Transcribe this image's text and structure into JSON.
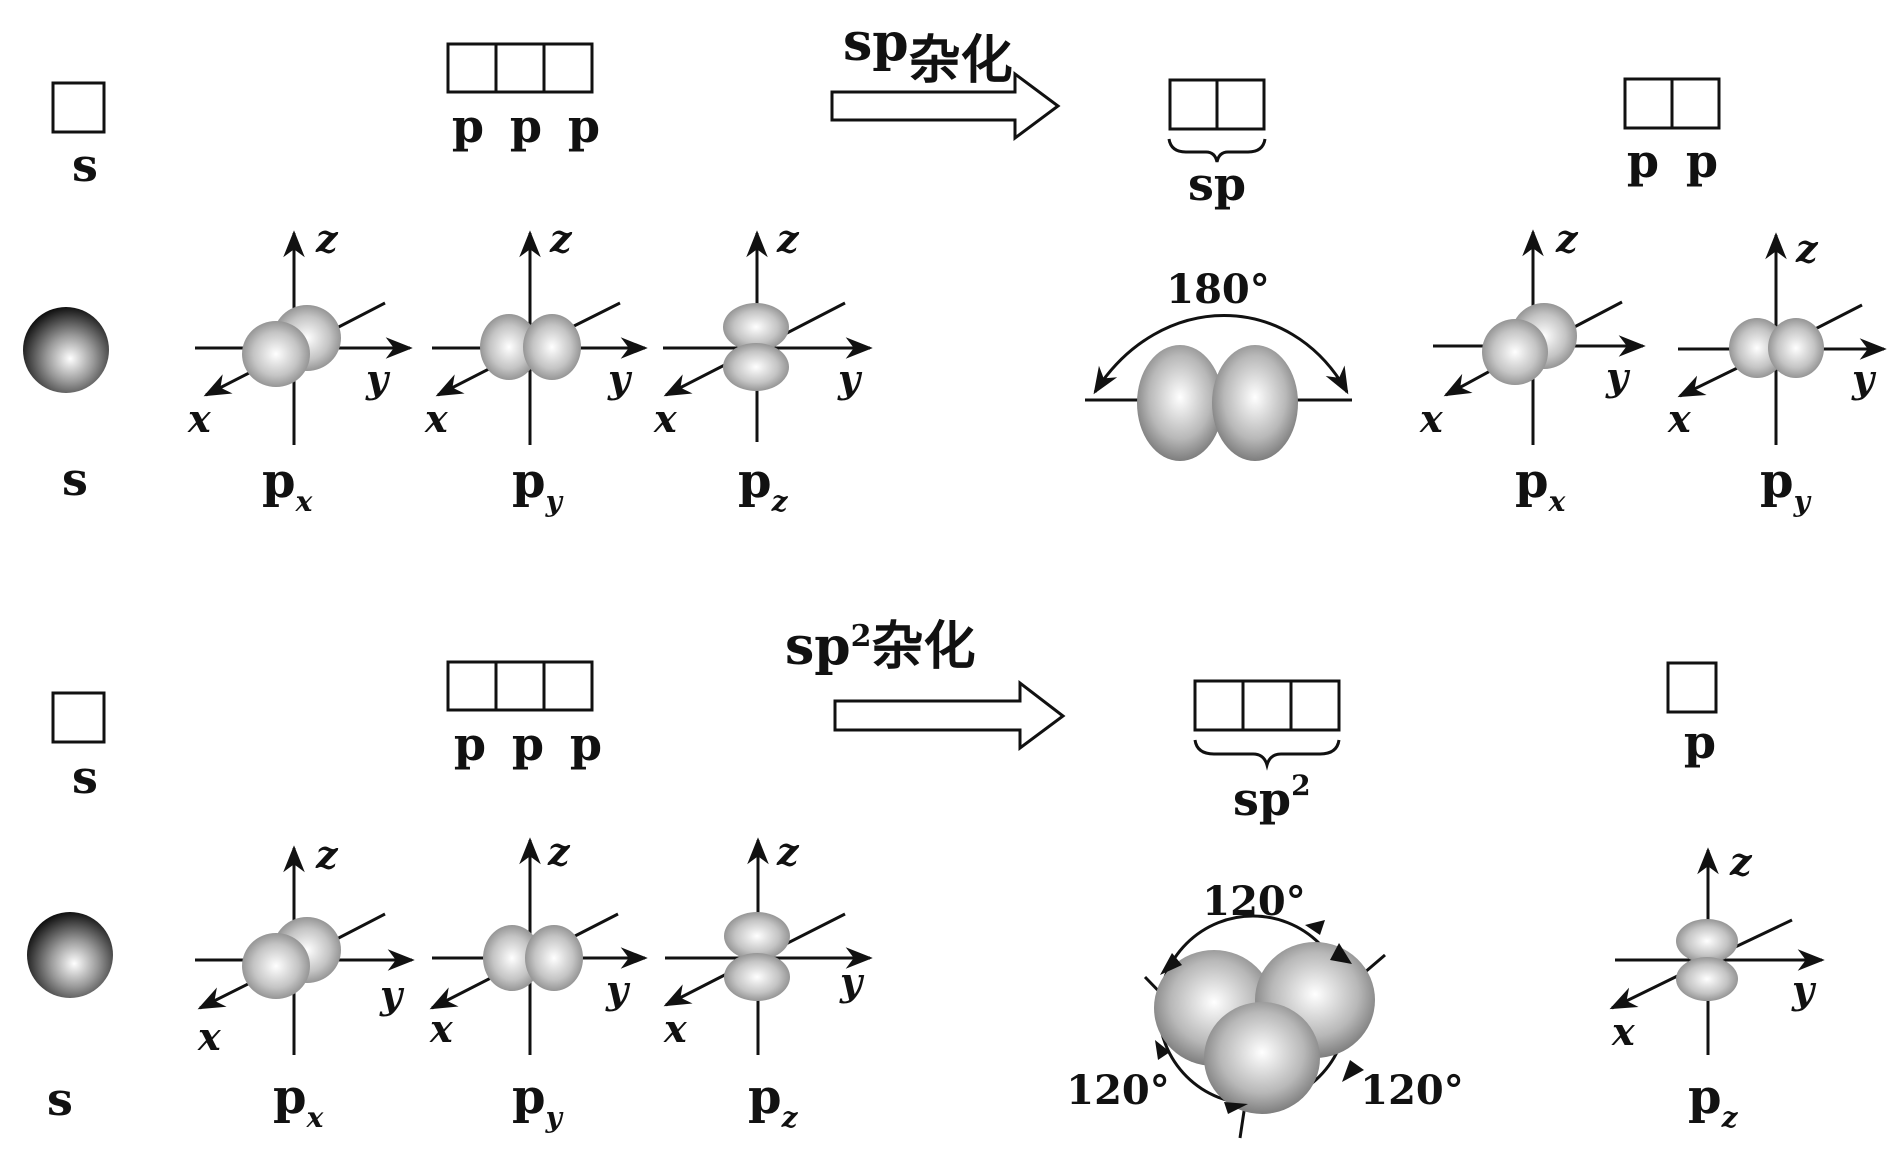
{
  "row1": {
    "s_label": "s",
    "p_labels": [
      "p",
      "p",
      "p"
    ],
    "arrow_label_base": "sp",
    "arrow_label_sup": "",
    "arrow_label_cn": "杂化",
    "hybrid_label_base": "sp",
    "hybrid_label_sup": "",
    "rest_labels": [
      "p",
      "p"
    ],
    "angle": "180°",
    "orbital_labels": {
      "s": "s",
      "px": {
        "base": "p",
        "sub": "x"
      },
      "py": {
        "base": "p",
        "sub": "y"
      },
      "pz": {
        "base": "p",
        "sub": "z"
      },
      "rpx": {
        "base": "p",
        "sub": "x"
      },
      "rpy": {
        "base": "p",
        "sub": "y"
      }
    }
  },
  "row2": {
    "s_label": "s",
    "p_labels": [
      "p",
      "p",
      "p"
    ],
    "arrow_label_base": "sp",
    "arrow_label_sup": "2",
    "arrow_label_cn": "杂化",
    "hybrid_label_base": "sp",
    "hybrid_label_sup": "2",
    "rest_labels": [
      "p"
    ],
    "angles": [
      "120°",
      "120°",
      "120°"
    ],
    "orbital_labels": {
      "s": "s",
      "px": {
        "base": "p",
        "sub": "x"
      },
      "py": {
        "base": "p",
        "sub": "y"
      },
      "pz": {
        "base": "p",
        "sub": "z"
      },
      "rpz": {
        "base": "p",
        "sub": "z"
      }
    }
  },
  "axes": {
    "x": "x",
    "y": "y",
    "z": "z"
  }
}
